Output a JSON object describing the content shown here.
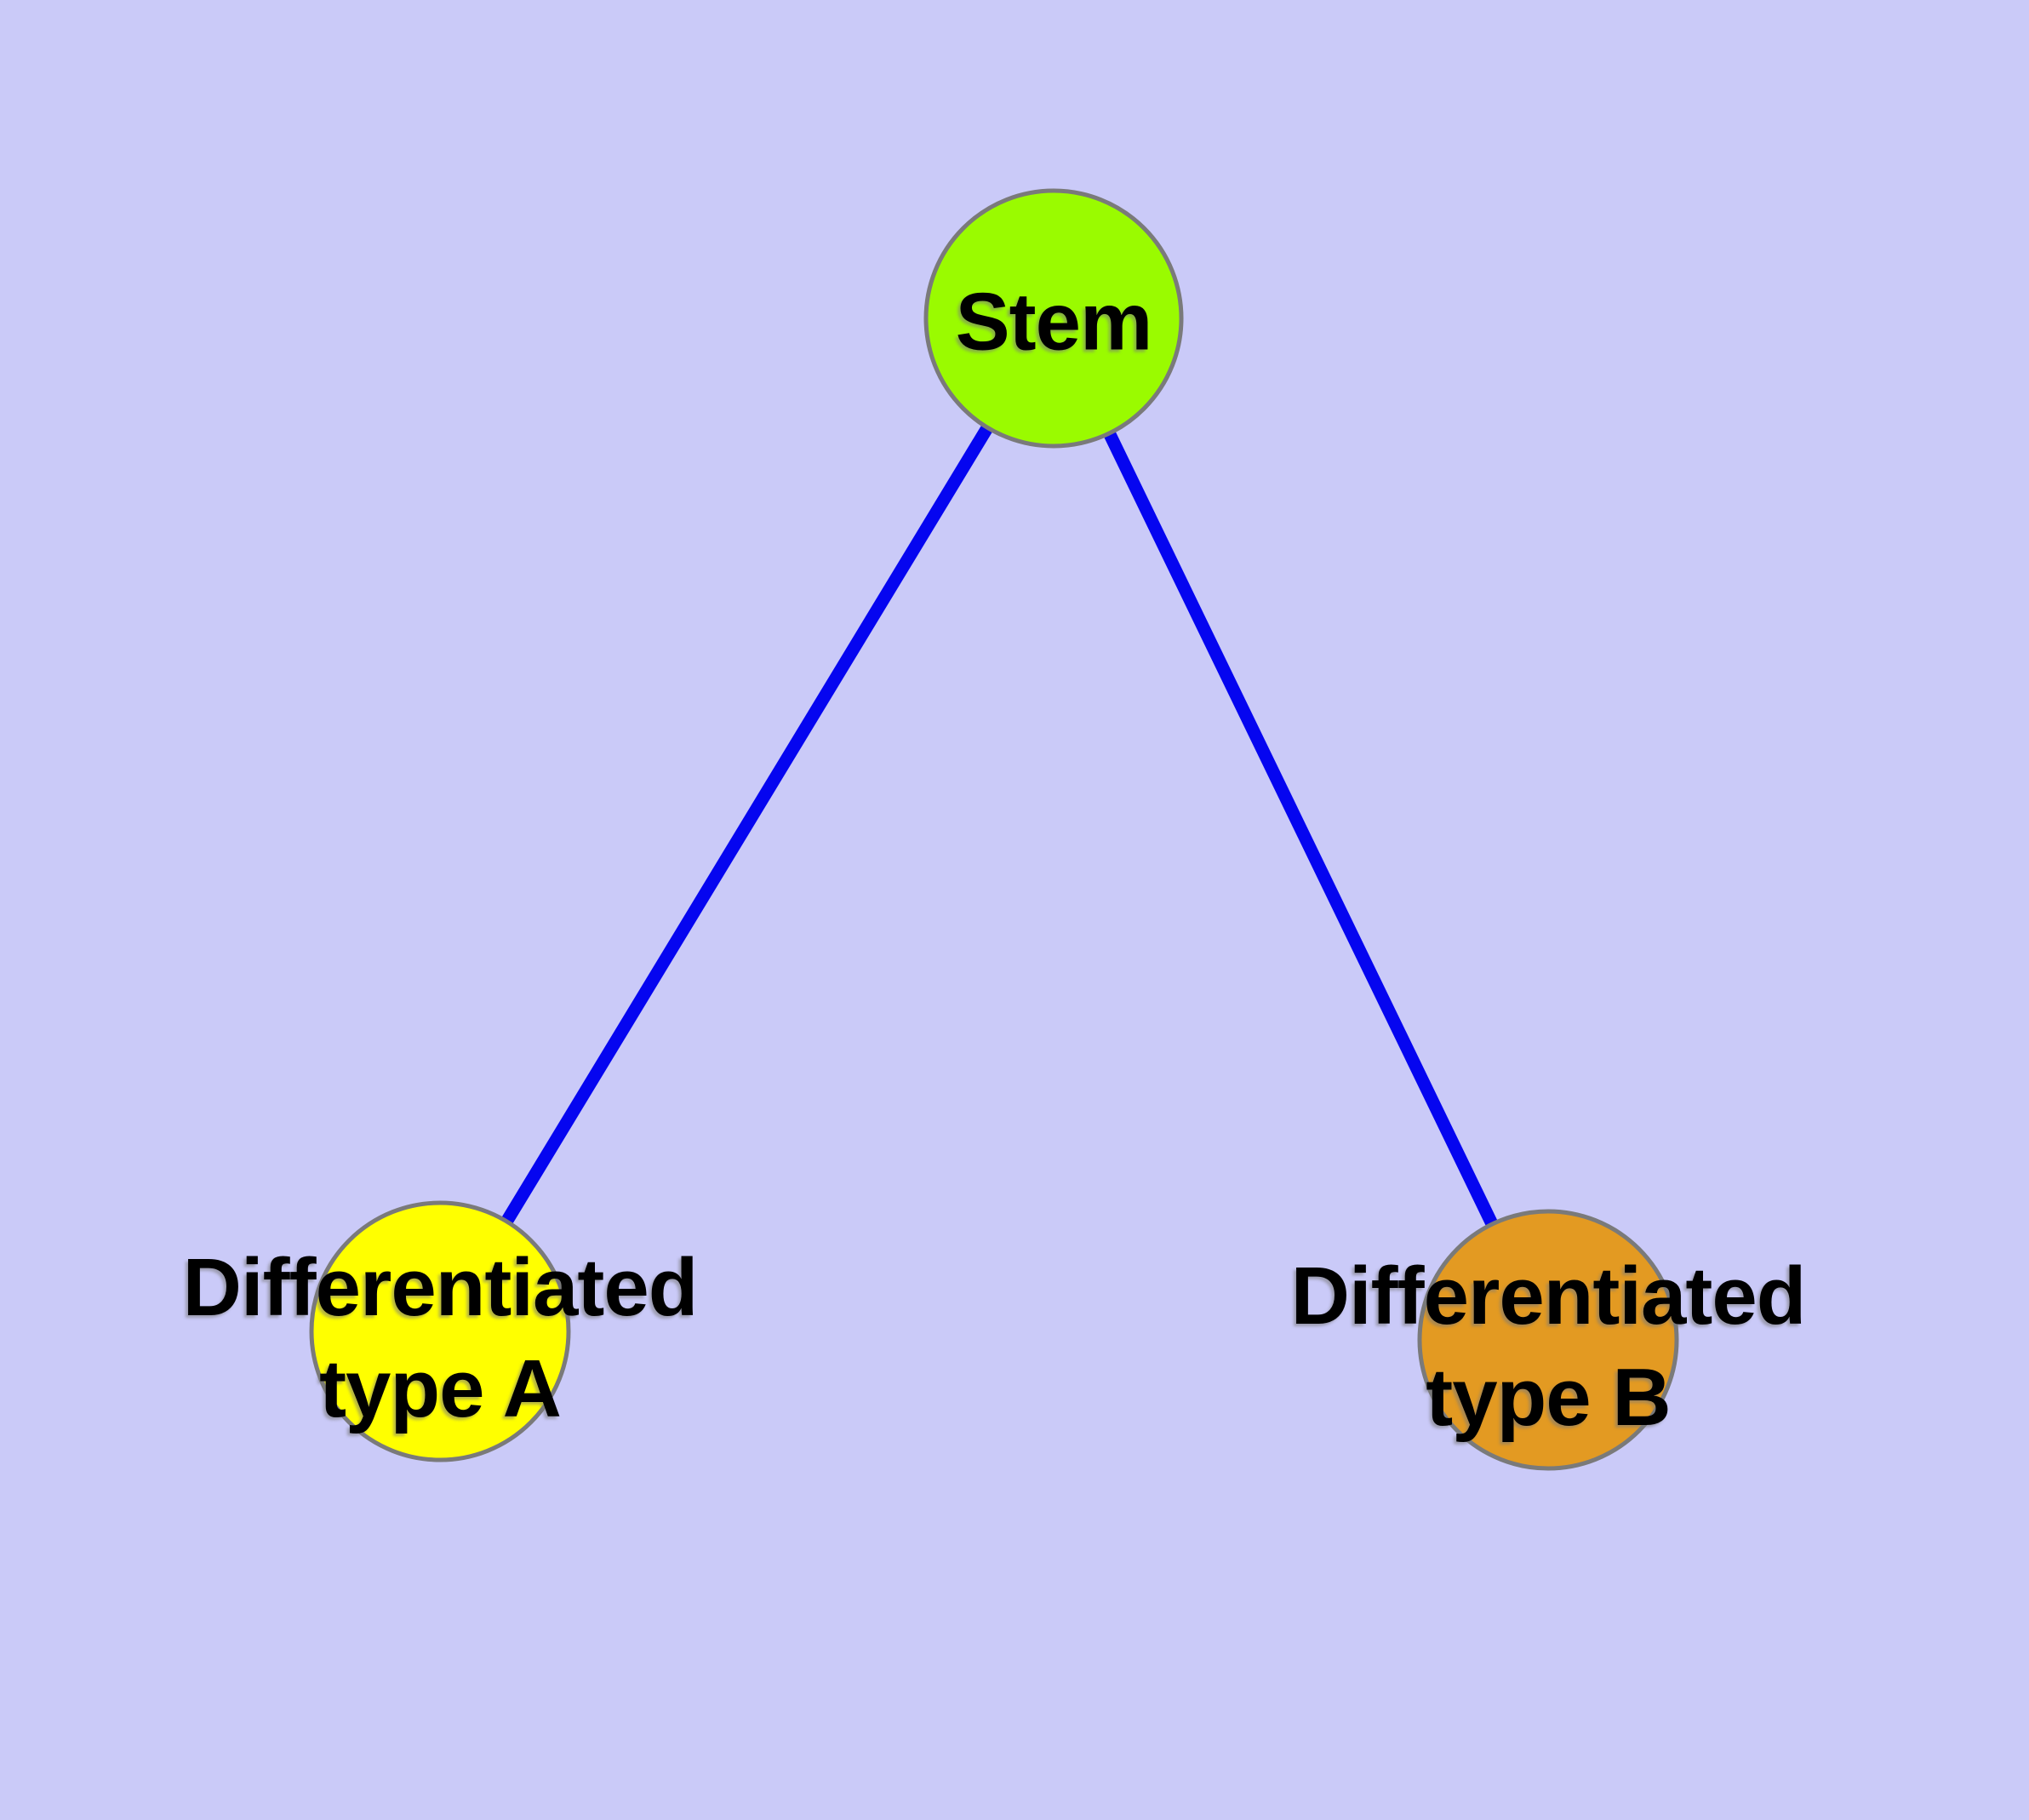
{
  "diagram": {
    "background_color": "#CACAF8",
    "text_color": "#000000",
    "nodes": [
      {
        "id": "stem",
        "label": "Stem",
        "fill_color": "#9AFB00",
        "border_color": "#7A7A7A"
      },
      {
        "id": "differentiated-type-a",
        "label": "Differentiated\ntype A",
        "fill_color": "#FFFF00",
        "border_color": "#7A7A7A"
      },
      {
        "id": "differentiated-type-b",
        "label": "Differentiated\ntype B",
        "fill_color": "#E39A22",
        "border_color": "#7A7A7A"
      }
    ],
    "edges": [
      {
        "from": "stem",
        "to": "differentiated-type-a",
        "color": "#0505F0"
      },
      {
        "from": "stem",
        "to": "differentiated-type-b",
        "color": "#0505F0"
      }
    ]
  }
}
